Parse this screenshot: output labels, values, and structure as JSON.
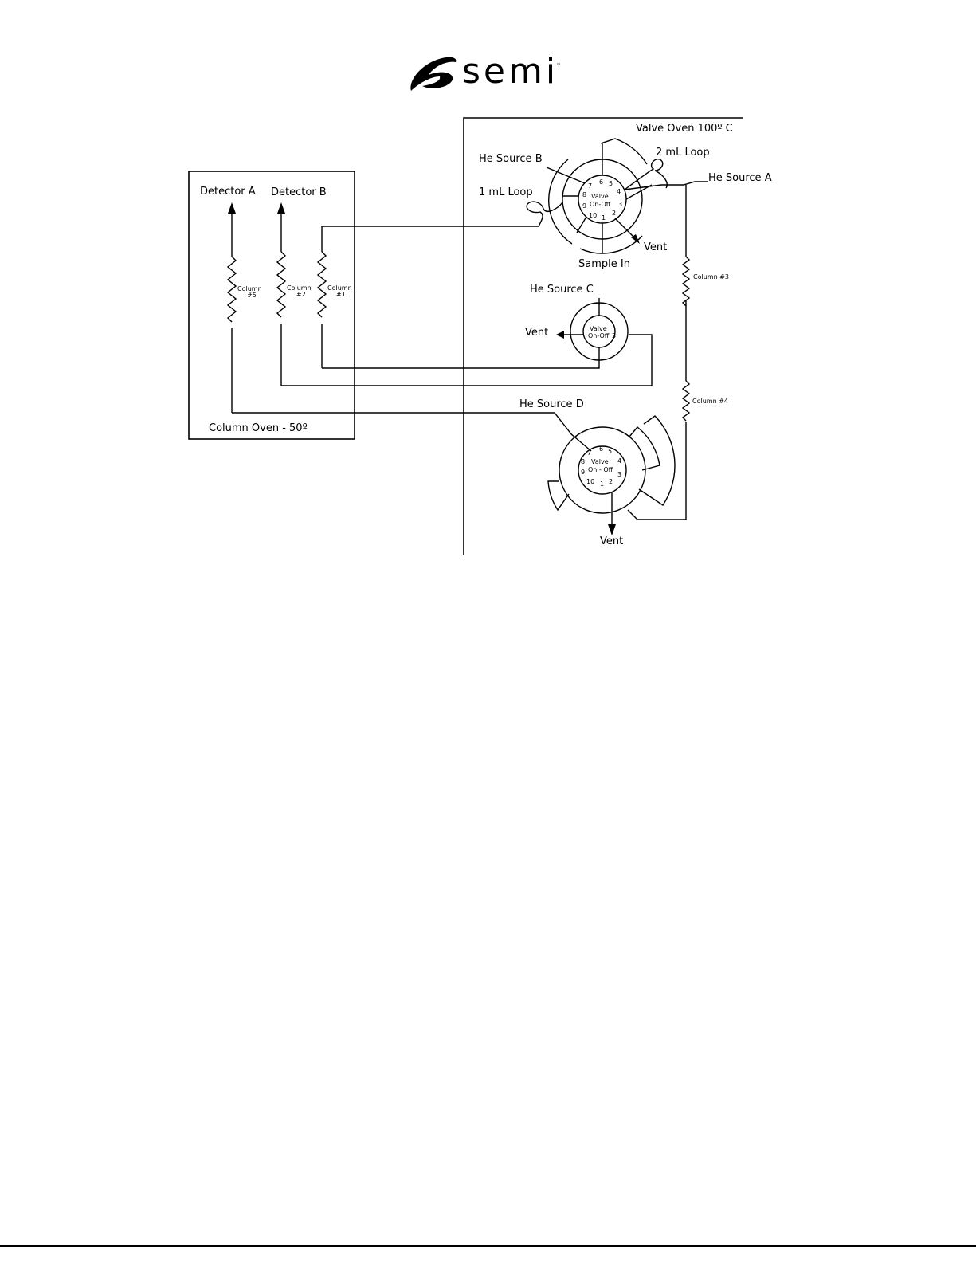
{
  "brand": {
    "name": "semi",
    "mark": "™"
  },
  "ovens": {
    "valve_oven": "Valve Oven 100º C",
    "column_oven": "Column Oven - 50º"
  },
  "detectors": {
    "a": "Detector A",
    "b": "Detector B"
  },
  "columns": {
    "c1": [
      "Column",
      "#1"
    ],
    "c2": [
      "Column",
      "#2"
    ],
    "c5": [
      "Column",
      "#5"
    ],
    "c3": "Column #3",
    "c4": "Column #4"
  },
  "sources": {
    "a": "He Source A",
    "b": "He Source B",
    "c": "He Source C",
    "d": "He Source D"
  },
  "loops": {
    "one": "1 mL Loop",
    "two": "2 mL Loop"
  },
  "labels": {
    "sample_in": "Sample In",
    "vent": "Vent"
  },
  "valves": {
    "v1": {
      "line1": "Valve",
      "line2": "On-Off",
      "ports": [
        "1",
        "2",
        "3",
        "4",
        "5",
        "6",
        "7",
        "8",
        "9",
        "10"
      ]
    },
    "v2": {
      "line1": "Valve",
      "line2": "On-Off",
      "port": "3"
    },
    "v3": {
      "line1": "Valve",
      "line2": "On - Off",
      "ports": [
        "1",
        "2",
        "3",
        "4",
        "5",
        "6",
        "7",
        "8",
        "9",
        "10"
      ]
    }
  }
}
